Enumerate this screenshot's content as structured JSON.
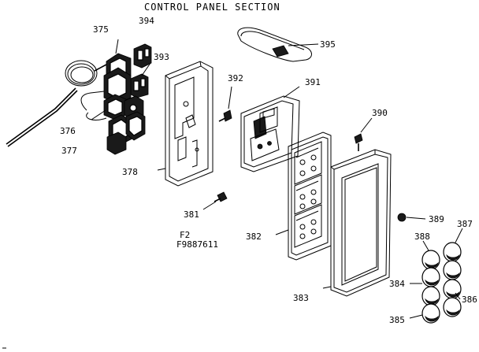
{
  "title": "CONTROL PANEL SECTION",
  "part_numbers": {
    "p375": "375",
    "p394": "394",
    "p393": "393",
    "p376": "376",
    "p377": "377",
    "p378": "378",
    "p381": "381",
    "p392": "392",
    "p395": "395",
    "p391": "391",
    "p390": "390",
    "p382": "382",
    "p389": "389",
    "p387": "387",
    "p388": "388",
    "p384": "384",
    "p386": "386",
    "p383": "383",
    "p385": "385"
  },
  "footer": {
    "line1": "F2",
    "line2": "F9887611"
  }
}
